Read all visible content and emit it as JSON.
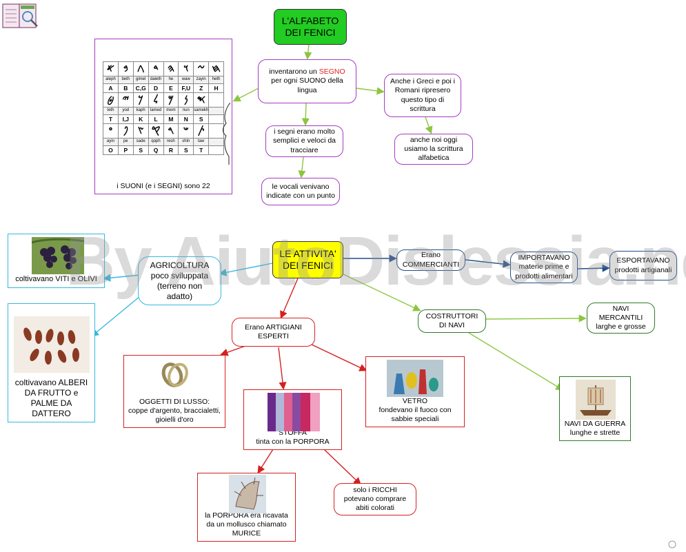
{
  "title_alfabeto": [
    "L'ALFABETO",
    "DEI FENICI"
  ],
  "alphabet": {
    "rows": [
      [
        "𐤀",
        "𐤁",
        "𐤂",
        "𐤃",
        "𐤄",
        "𐤅",
        "𐤆",
        "𐤇"
      ],
      [
        "aleph",
        "beth",
        "gimel",
        "daleth",
        "he",
        "waw",
        "zayin",
        "heth"
      ],
      [
        "A",
        "B",
        "C,G",
        "D",
        "E",
        "F,U",
        "Z",
        "H"
      ],
      [
        "𐤈",
        "𐤉",
        "𐤊",
        "𐤋",
        "𐤌",
        "𐤍",
        "𐤎",
        ""
      ],
      [
        "teth",
        "yod",
        "kaph",
        "lamed",
        "mem",
        "nun",
        "samekh",
        ""
      ],
      [
        "T",
        "I,J",
        "K",
        "L",
        "M",
        "N",
        "S",
        ""
      ],
      [
        "𐤏",
        "𐤐",
        "𐤑",
        "𐤒",
        "𐤓",
        "𐤔",
        "𐤕",
        ""
      ],
      [
        "ayin",
        "pe",
        "sade",
        "qoph",
        "resh",
        "shin",
        "taw",
        ""
      ],
      [
        "O",
        "P",
        "S",
        "Q",
        "R",
        "S",
        "T",
        ""
      ]
    ],
    "caption": "i SUONI (e i SEGNI) sono 22"
  },
  "segno": {
    "before": "inventarono un ",
    "highlight": "SEGNO",
    "after_line1": "per ogni SUONO della",
    "after_line2": "lingua"
  },
  "semplici": [
    "i segni erano molto",
    "semplici e veloci da",
    "tracciare"
  ],
  "vocali": [
    "le vocali venivano",
    "indicate con un punto"
  ],
  "greci": [
    "Anche i Greci e poi i",
    "Romani ripresero",
    "questo tipo di",
    "scrittura"
  ],
  "noi_oggi": [
    "anche noi oggi",
    "usiamo la scrittura",
    "alfabetica"
  ],
  "title_attivita": [
    "LE ATTIVITA'",
    "DEI FENICI"
  ],
  "watermark": "By AiutoDislessia.net",
  "agricoltura": [
    "AGRICOLTURA",
    "poco sviluppata",
    "(terreno non",
    "adatto)"
  ],
  "viti": "coltivavano VITI e OLIVI",
  "alberi": [
    "coltivavano ALBERI",
    "DA FRUTTO e",
    "PALME DA",
    "DATTERO"
  ],
  "commercianti": [
    "Erano",
    "COMMERCIANTI"
  ],
  "importavano": [
    "IMPORTAVANO",
    "materie prime e",
    "prodotti alimentari"
  ],
  "esportavano": [
    "ESPORTAVANO",
    "prodotti artigianali"
  ],
  "costruttori": [
    "COSTRUTTORI",
    "DI NAVI"
  ],
  "mercantili": [
    "NAVI",
    "MERCANTILI",
    "larghe e grosse"
  ],
  "guerra": [
    "NAVI DA GUERRA",
    "lunghe e strette"
  ],
  "artigiani": [
    "Erano ARTIGIANI",
    "ESPERTI"
  ],
  "lusso": [
    "OGGETTI DI LUSSO:",
    "coppe d'argento, braccialetti,",
    "gioielli d'oro"
  ],
  "vetro": [
    "VETRO",
    "fondevano il fuoco con",
    "sabbie speciali"
  ],
  "stoffa": [
    "STOFFA",
    "tinta con la PORPORA"
  ],
  "porpora": [
    "la PORPORA era ricavata",
    "da un mollusco chiamato",
    "MURICE"
  ],
  "ricchi": [
    "solo i RICCHI",
    "potevano comprare",
    "abiti colorati"
  ]
}
